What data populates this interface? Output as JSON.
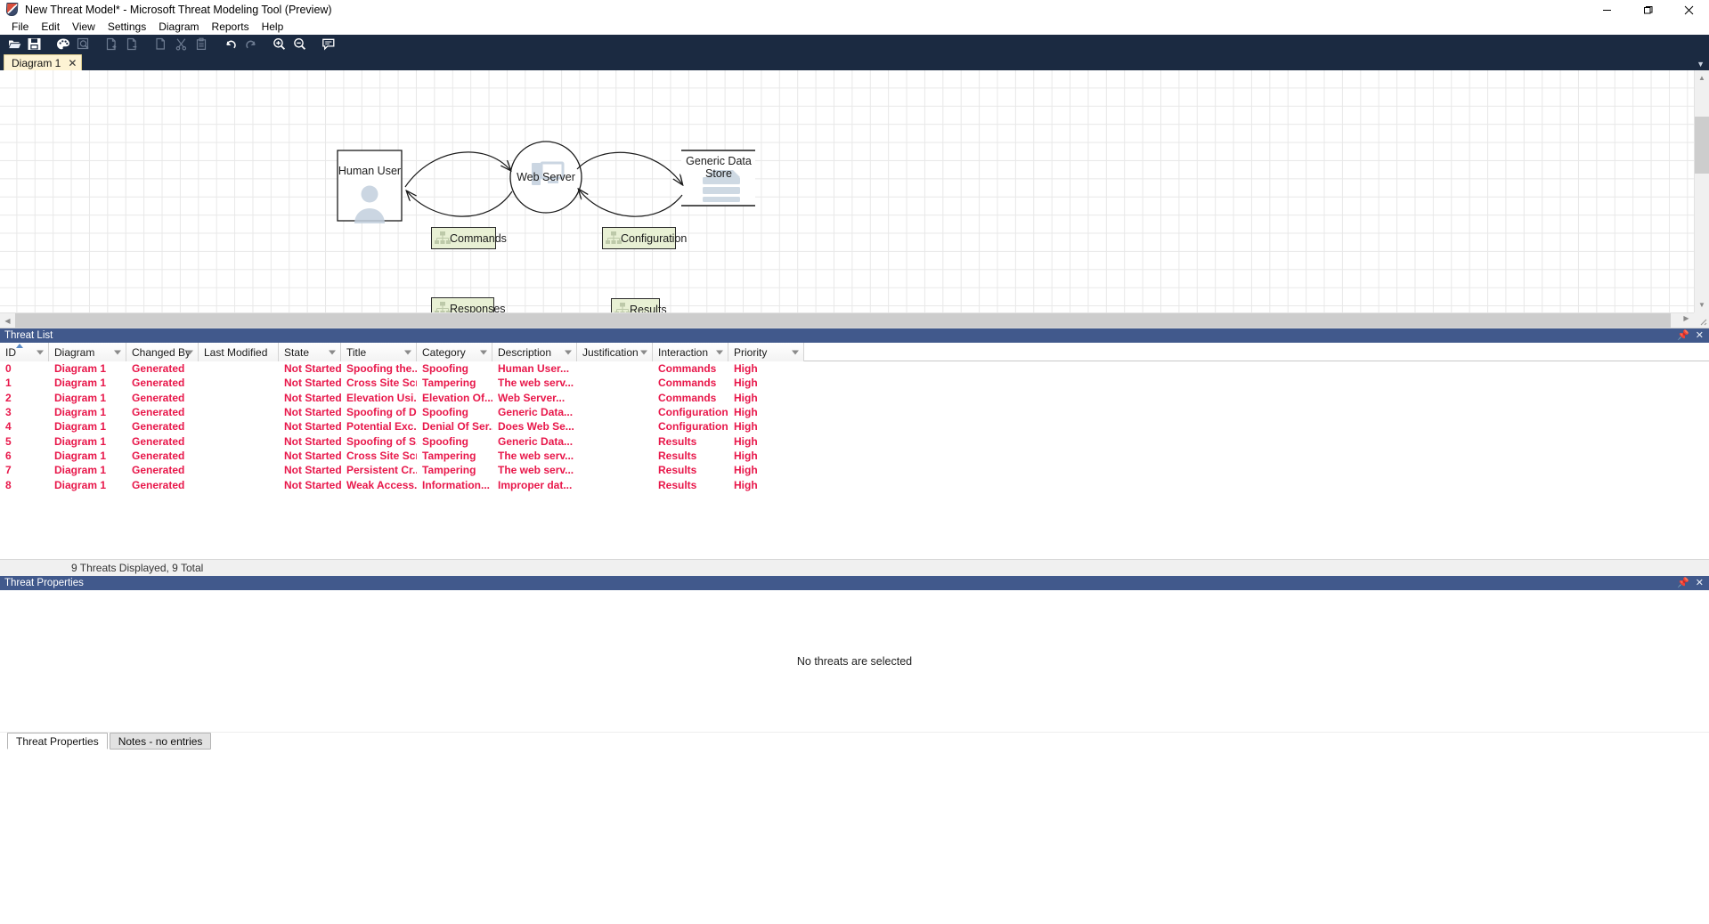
{
  "window": {
    "title": "New Threat Model* - Microsoft Threat Modeling Tool  (Preview)",
    "app_icon": "threat-modeling-shield-icon",
    "controls": {
      "minimize": "minimize-icon",
      "maximize": "maximize-icon",
      "close": "close-icon"
    }
  },
  "menu": {
    "items": [
      {
        "label": "File"
      },
      {
        "label": "Edit"
      },
      {
        "label": "View"
      },
      {
        "label": "Settings"
      },
      {
        "label": "Diagram"
      },
      {
        "label": "Reports"
      },
      {
        "label": "Help"
      }
    ]
  },
  "toolbar": {
    "buttons": [
      {
        "name": "open-icon",
        "title": "Open"
      },
      {
        "name": "save-icon",
        "title": "Save"
      },
      {
        "name": "palette-icon",
        "title": "Template"
      },
      {
        "name": "analysis-view-icon",
        "title": "Analysis View"
      },
      {
        "name": "add-diagram-icon",
        "title": "Add Diagram"
      },
      {
        "name": "remove-diagram-icon",
        "title": "Remove Diagram"
      },
      {
        "name": "copy-diagram-icon",
        "title": "Copy Diagram"
      },
      {
        "name": "cut-icon",
        "title": "Cut"
      },
      {
        "name": "paste-icon",
        "title": "Paste"
      },
      {
        "name": "undo-icon",
        "title": "Undo"
      },
      {
        "name": "redo-icon",
        "title": "Redo"
      },
      {
        "name": "zoom-in-icon",
        "title": "Zoom In"
      },
      {
        "name": "zoom-out-icon",
        "title": "Zoom Out"
      },
      {
        "name": "notes-icon",
        "title": "Notes"
      }
    ]
  },
  "tabstrip": {
    "tabs": [
      {
        "label": "Diagram 1",
        "close": "✕"
      }
    ],
    "overflow_icon": "chevron-down-icon"
  },
  "diagram": {
    "nodes": [
      {
        "id": "human-user",
        "label": "Human User",
        "shape": "rectangle",
        "icon": "person-icon"
      },
      {
        "id": "web-server",
        "label": "Web Server",
        "shape": "circle",
        "icon": "monitor-icon"
      },
      {
        "id": "generic-data-store",
        "label": "Generic Data\nStore",
        "label_line1": "Generic Data",
        "label_line2": "Store",
        "shape": "data-store",
        "icon": "database-rack-icon"
      }
    ],
    "flows": [
      {
        "label": "Commands",
        "icon": "network-tree-icon"
      },
      {
        "label": "Responses",
        "icon": "network-tree-icon"
      },
      {
        "label": "Configuration",
        "icon": "network-tree-icon"
      },
      {
        "label": "Results",
        "icon": "network-tree-icon"
      }
    ],
    "flow_fill": "#e8f0d4",
    "flow_border": "#2b2b2b"
  },
  "threat_list": {
    "panel_title": "Threat List",
    "pin_icon": "pin-icon",
    "close_icon": "close-icon",
    "sort_column": "ID",
    "sort_direction": "ascending",
    "columns": [
      {
        "label": "ID",
        "width": 55
      },
      {
        "label": "Diagram",
        "width": 87
      },
      {
        "label": "Changed By",
        "width": 81
      },
      {
        "label": "Last Modified",
        "width": 90
      },
      {
        "label": "State",
        "width": 70
      },
      {
        "label": "Title",
        "width": 85
      },
      {
        "label": "Category",
        "width": 85
      },
      {
        "label": "Description",
        "width": 95
      },
      {
        "label": "Justification",
        "width": 85
      },
      {
        "label": "Interaction",
        "width": 85
      },
      {
        "label": "Priority",
        "width": 85
      }
    ],
    "rows": [
      {
        "id": "0",
        "diagram": "Diagram 1",
        "changed_by": "Generated",
        "last_modified": "",
        "state": "Not Started",
        "title": "Spoofing the...",
        "category": "Spoofing",
        "description": "Human User...",
        "justification": "",
        "interaction": "Commands",
        "priority": "High"
      },
      {
        "id": "1",
        "diagram": "Diagram 1",
        "changed_by": "Generated",
        "last_modified": "",
        "state": "Not Started",
        "title": "Cross Site Scr...",
        "category": "Tampering",
        "description": "The web serv...",
        "justification": "",
        "interaction": "Commands",
        "priority": "High"
      },
      {
        "id": "2",
        "diagram": "Diagram 1",
        "changed_by": "Generated",
        "last_modified": "",
        "state": "Not Started",
        "title": "Elevation Usi...",
        "category": "Elevation Of...",
        "description": "Web Server...",
        "justification": "",
        "interaction": "Commands",
        "priority": "High"
      },
      {
        "id": "3",
        "diagram": "Diagram 1",
        "changed_by": "Generated",
        "last_modified": "",
        "state": "Not Started",
        "title": "Spoofing of D...",
        "category": "Spoofing",
        "description": "Generic Data...",
        "justification": "",
        "interaction": "Configuration",
        "priority": "High"
      },
      {
        "id": "4",
        "diagram": "Diagram 1",
        "changed_by": "Generated",
        "last_modified": "",
        "state": "Not Started",
        "title": "Potential Exc...",
        "category": "Denial Of Ser...",
        "description": "Does Web Se...",
        "justification": "",
        "interaction": "Configuration",
        "priority": "High"
      },
      {
        "id": "5",
        "diagram": "Diagram 1",
        "changed_by": "Generated",
        "last_modified": "",
        "state": "Not Started",
        "title": "Spoofing of S...",
        "category": "Spoofing",
        "description": "Generic Data...",
        "justification": "",
        "interaction": "Results",
        "priority": "High"
      },
      {
        "id": "6",
        "diagram": "Diagram 1",
        "changed_by": "Generated",
        "last_modified": "",
        "state": "Not Started",
        "title": "Cross Site Scr...",
        "category": "Tampering",
        "description": "The web serv...",
        "justification": "",
        "interaction": "Results",
        "priority": "High"
      },
      {
        "id": "7",
        "diagram": "Diagram 1",
        "changed_by": "Generated",
        "last_modified": "",
        "state": "Not Started",
        "title": "Persistent Cr...",
        "category": "Tampering",
        "description": "The web serv...",
        "justification": "",
        "interaction": "Results",
        "priority": "High"
      },
      {
        "id": "8",
        "diagram": "Diagram 1",
        "changed_by": "Generated",
        "last_modified": "",
        "state": "Not Started",
        "title": "Weak Access...",
        "category": "Information...",
        "description": "Improper dat...",
        "justification": "",
        "interaction": "Results",
        "priority": "High"
      }
    ],
    "status_text": "9 Threats Displayed, 9 Total",
    "row_text_color": "#e8174a"
  },
  "threat_properties": {
    "panel_title": "Threat Properties",
    "pin_icon": "pin-icon",
    "close_icon": "close-icon",
    "empty_message": "No threats are selected",
    "tabs": [
      {
        "label": "Threat Properties",
        "active": true
      },
      {
        "label": "Notes - no entries",
        "active": false
      }
    ]
  },
  "theme": {
    "toolbar_bg": "#1b2a41",
    "panel_header_bg": "#41598c",
    "tab_bg": "#fdf3d4",
    "grid_line": "#e8e8e8"
  }
}
